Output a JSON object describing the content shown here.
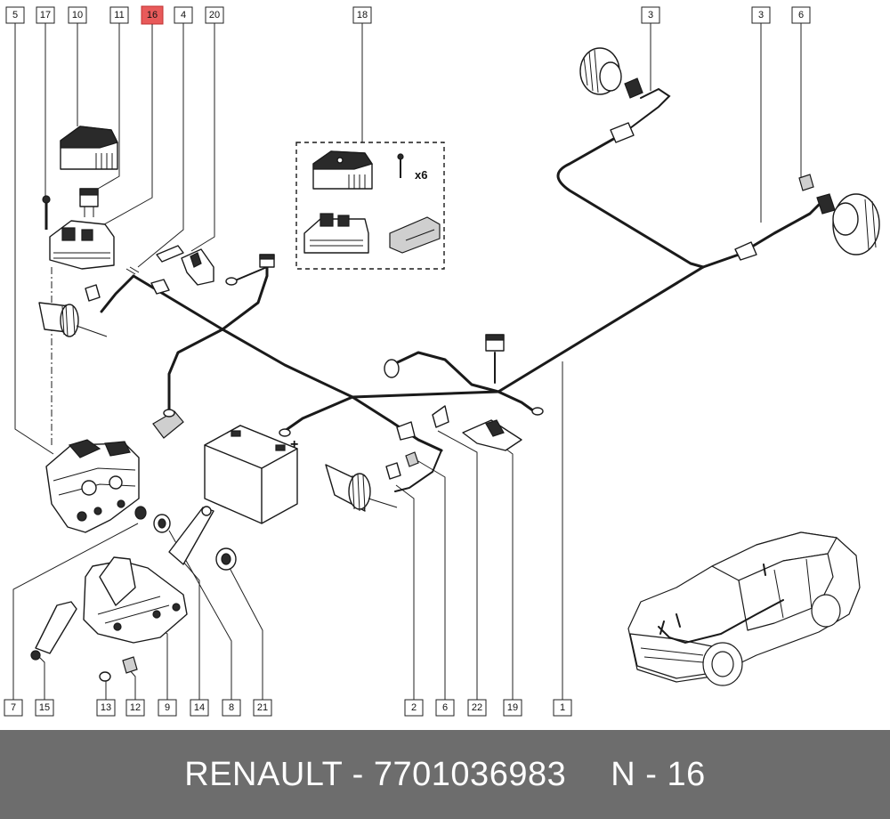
{
  "callouts": [
    {
      "label": "5"
    },
    {
      "label": "17"
    },
    {
      "label": "10"
    },
    {
      "label": "11"
    },
    {
      "label": "16",
      "highlighted": true
    },
    {
      "label": "4"
    },
    {
      "label": "20"
    },
    {
      "label": "18"
    },
    {
      "label": "3"
    },
    {
      "label": "3"
    },
    {
      "label": "6"
    },
    {
      "label": "7"
    },
    {
      "label": "15"
    },
    {
      "label": "13"
    },
    {
      "label": "12"
    },
    {
      "label": "9"
    },
    {
      "label": "14"
    },
    {
      "label": "8"
    },
    {
      "label": "21"
    },
    {
      "label": "2"
    },
    {
      "label": "6"
    },
    {
      "label": "22"
    },
    {
      "label": "19"
    },
    {
      "label": "1"
    }
  ],
  "kit": {
    "quantity_label": "x6"
  },
  "battery": {
    "polarity_label": "+"
  },
  "footer": {
    "brand": "RENAULT",
    "separator": " - ",
    "part_number": "7701036983",
    "ref_prefix": "N - ",
    "ref_number": "16"
  },
  "colors": {
    "highlight": "#e85a5a",
    "footer_bg": "#6d6d6d",
    "footer_text": "#ffffff"
  }
}
